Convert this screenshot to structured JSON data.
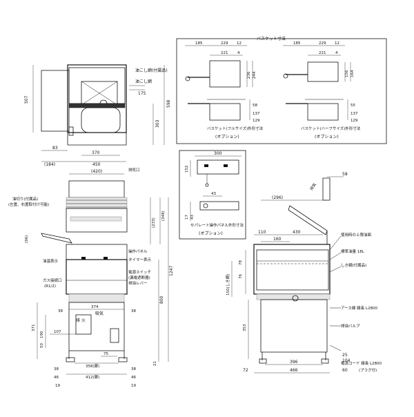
{
  "front_top": {
    "labels": {
      "strainer": "油こし網(付属品)",
      "crumb": "油こし網"
    },
    "dims": {
      "w507": "507",
      "w598": "598",
      "w303": "303",
      "w175": "175",
      "w83": "83",
      "w370": "370",
      "w184": "(184)",
      "w450": "450"
    }
  },
  "basket_box": {
    "title": "バスケット寸法",
    "left": {
      "d185": "185",
      "d229": "229",
      "d12": "12",
      "d221": "221",
      "d4": "4",
      "d236": "236",
      "d244": "244",
      "d58": "58",
      "d137": "137",
      "d129": "129",
      "caption": "バスケット(フルサイズ)外形寸法",
      "option": "(オプション)"
    },
    "right": {
      "d185": "185",
      "d229": "229",
      "d12": "12",
      "d221": "221",
      "d4": "4",
      "d156": "156",
      "d164": "164",
      "d55": "55",
      "d137": "137",
      "d129": "129",
      "caption": "バスケット(ハーフサイズ)外形寸法",
      "option": "(オプション)"
    }
  },
  "panel_box": {
    "d300": "300",
    "d152": "152",
    "d43": "43",
    "d17": "17",
    "d43b": "43",
    "caption": "セパレート操作パネル外形寸法",
    "option": "(オプション)"
  },
  "front_view": {
    "labels": {
      "exhaust": "排気口",
      "oil_tank": "油切り(付属品)",
      "oil_tank_note": "(左置、右置取付け可能)",
      "control_panel": "操作パネル",
      "thermostat": "油温表示",
      "timer": "タイマー表示",
      "power": "電源スイッチ",
      "power2": "(漏電遮断器)",
      "gas": "ガス接続口",
      "gas2": "(R1/2)",
      "drain": "排油レバー",
      "fire": "排 火",
      "intake": "吸気"
    },
    "dims": {
      "d420": "(420)",
      "d233": "(233)",
      "d348": "(348)",
      "d96": "(96)",
      "d1247": "1247",
      "d800": "800",
      "d38a": "38",
      "d374": "374",
      "d38b": "38",
      "d371": "371",
      "d190": "190",
      "d50": "50",
      "d107": "107",
      "d75": "75",
      "d358": "358(脚)",
      "d19": "19",
      "d412": "412(脚)",
      "d46": "46",
      "d21": "21",
      "d38c": "38",
      "d38d": "38",
      "d46b": "46",
      "d19b": "19"
    }
  },
  "side_view": {
    "labels": {
      "exhaust_arrow": "排気",
      "oil_level": "使用時の上限油面",
      "oil_volume": "標準油量 18L",
      "mesh": "しき網(付属品)",
      "earth": "アース線 線長 L2800",
      "drain_valve": "排油バルブ",
      "cord": "電源コード 線長 L2800",
      "plug": "(プラグ付)"
    },
    "dims": {
      "d58": "58",
      "d296": "(296)",
      "d110": "110",
      "d430": "430",
      "d160": "160",
      "d78": "78",
      "d76": "76",
      "d150": "150(しき網)",
      "d353": "353",
      "d396": "396",
      "d466": "466",
      "d72": "72",
      "d104": "104",
      "d25": "25",
      "d60": "60"
    }
  }
}
